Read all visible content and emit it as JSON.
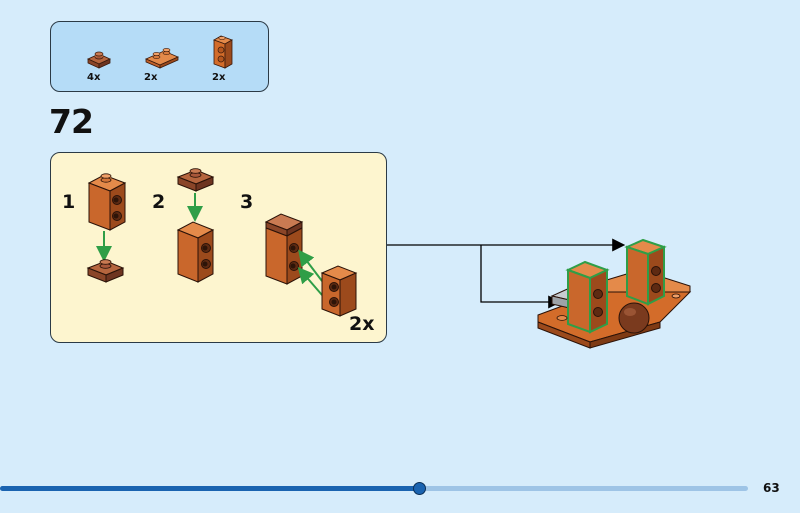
{
  "parts_needed": [
    {
      "part": "plate-1x1-reddish-brown",
      "qty": "4x"
    },
    {
      "part": "plate-1x2-orange",
      "qty": "2x"
    },
    {
      "part": "brick-1x1x2-orange-side-studs",
      "qty": "2x"
    }
  ],
  "step": {
    "number": "72",
    "substeps": [
      "1",
      "2",
      "3"
    ],
    "substep_quantity": "2x"
  },
  "progress": {
    "fraction": 0.56
  },
  "page_number": "63",
  "colors": {
    "page_bg": "#d6ecfb",
    "parts_box_bg": "#b5dcf7",
    "substep_box_bg": "#fdf5cf",
    "brick_orange": "#d36c2a",
    "brick_brown": "#9b4f30",
    "arrow_green": "#2f9e47",
    "progress_blue": "#1a63b0"
  }
}
